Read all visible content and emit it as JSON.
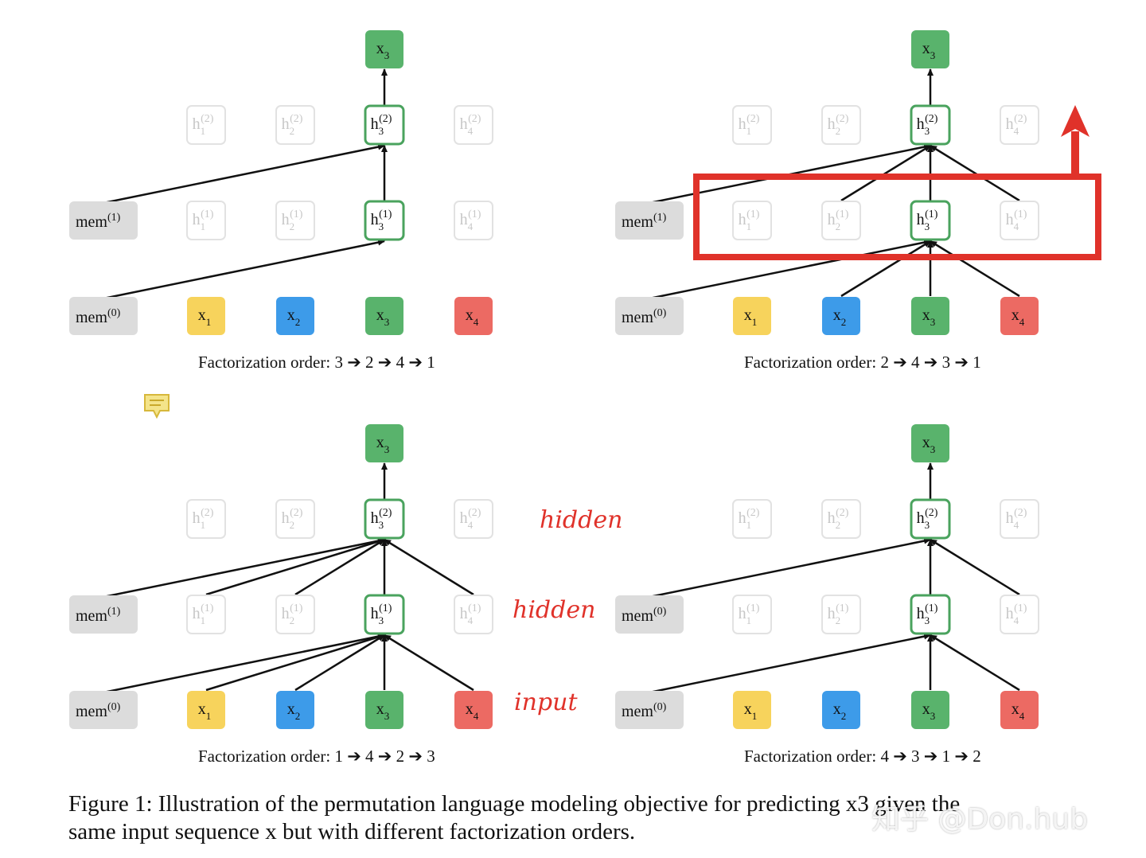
{
  "panels": [
    {
      "id": "top-left",
      "mem_top": "mem(1)",
      "mem_bottom": "mem(0)",
      "order_label": "Factorization order:",
      "order": [
        "3",
        "2",
        "4",
        "1"
      ]
    },
    {
      "id": "top-right",
      "mem_top": "mem(1)",
      "mem_bottom": "mem(0)",
      "order_label": "Factorization order:",
      "order": [
        "2",
        "4",
        "3",
        "1"
      ]
    },
    {
      "id": "bottom-left",
      "mem_top": "mem(1)",
      "mem_bottom": "mem(0)",
      "order_label": "Factorization order:",
      "order": [
        "1",
        "4",
        "2",
        "3"
      ]
    },
    {
      "id": "bottom-right",
      "mem_top": "mem(0)",
      "mem_bottom": "mem(0)",
      "order_label": "Factorization order:",
      "order": [
        "4",
        "3",
        "1",
        "2"
      ]
    }
  ],
  "annotations": {
    "hidden_top": "hidden",
    "hidden_mid": "hidden",
    "input": "input"
  },
  "caption": {
    "line1": "Figure 1: Illustration of the permutation language modeling objective for predicting x3 given the",
    "line2": "same input sequence x but with different factorization orders."
  },
  "watermark": "知乎 @Don.hub",
  "colors": {
    "x1": "#f7d35c",
    "x2": "#3d9be9",
    "x3": "#59b36c",
    "x4": "#ec6a63",
    "mem": "#dcdcdc",
    "active_border": "#4aa35e",
    "highlight": "#e0322a",
    "note_icon": "#e9d35b"
  },
  "icons": [
    "note-icon"
  ]
}
